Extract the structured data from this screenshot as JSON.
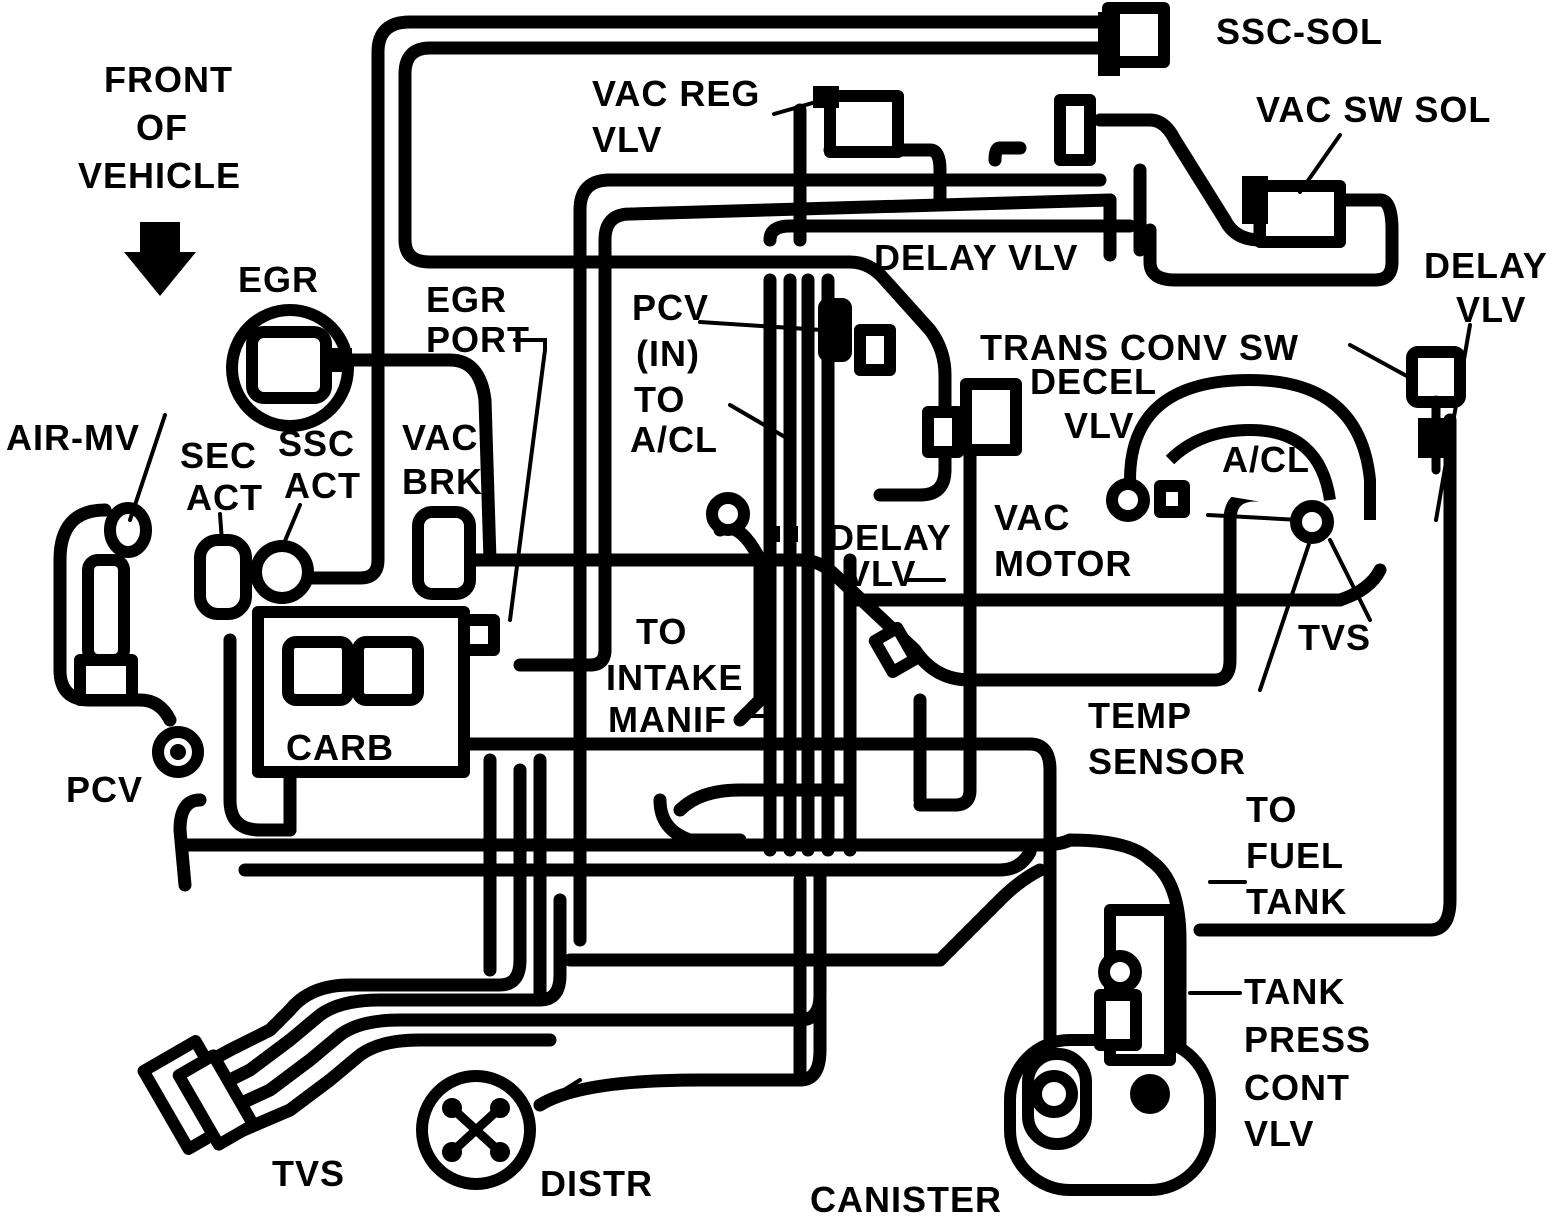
{
  "diagram": {
    "labels": {
      "ssc_sol": "SSC-SOL",
      "vac_reg_vlv_1": "VAC REG",
      "vac_reg_vlv_2": "VLV",
      "vac_sw_sol": "VAC SW SOL",
      "front_1": "FRONT",
      "front_2": "OF",
      "front_3": "VEHICLE",
      "delay_vlv_top": "DELAY VLV",
      "delay_vlv_right_1": "DELAY",
      "delay_vlv_right_2": "VLV",
      "egr": "EGR",
      "egr_port_1": "EGR",
      "egr_port_2": "PORT",
      "pcv_in_1": "PCV",
      "pcv_in_2": "(IN)",
      "to_acl_1": "TO",
      "to_acl_2": "A/CL",
      "trans_conv_sw": "TRANS CONV SW",
      "decel_vlv_1": "DECEL",
      "decel_vlv_2": "VLV",
      "air_mv": "AIR-MV",
      "sec_act_1": "SEC",
      "sec_act_2": "ACT",
      "ssc_act_1": "SSC",
      "ssc_act_2": "ACT",
      "vac_brk_1": "VAC",
      "vac_brk_2": "BRK",
      "a_cl": "A/CL",
      "vac_motor_1": "VAC",
      "vac_motor_2": "MOTOR",
      "delay_vlv_mid_1": "DELAY",
      "delay_vlv_mid_2": "VLV",
      "to_intake_1": "TO",
      "to_intake_2": "INTAKE",
      "to_intake_3": "MANIF",
      "tvs_right": "TVS",
      "temp_sensor_1": "TEMP",
      "temp_sensor_2": "SENSOR",
      "carb": "CARB",
      "pcv_left": "PCV",
      "to_fuel_tank_1": "TO",
      "to_fuel_tank_2": "FUEL",
      "to_fuel_tank_3": "TANK",
      "tank_press_1": "TANK",
      "tank_press_2": "PRESS",
      "tank_press_3": "CONT",
      "tank_press_4": "VLV",
      "tvs_bottom": "TVS",
      "distr": "DISTR",
      "canister": "CANISTER"
    }
  }
}
